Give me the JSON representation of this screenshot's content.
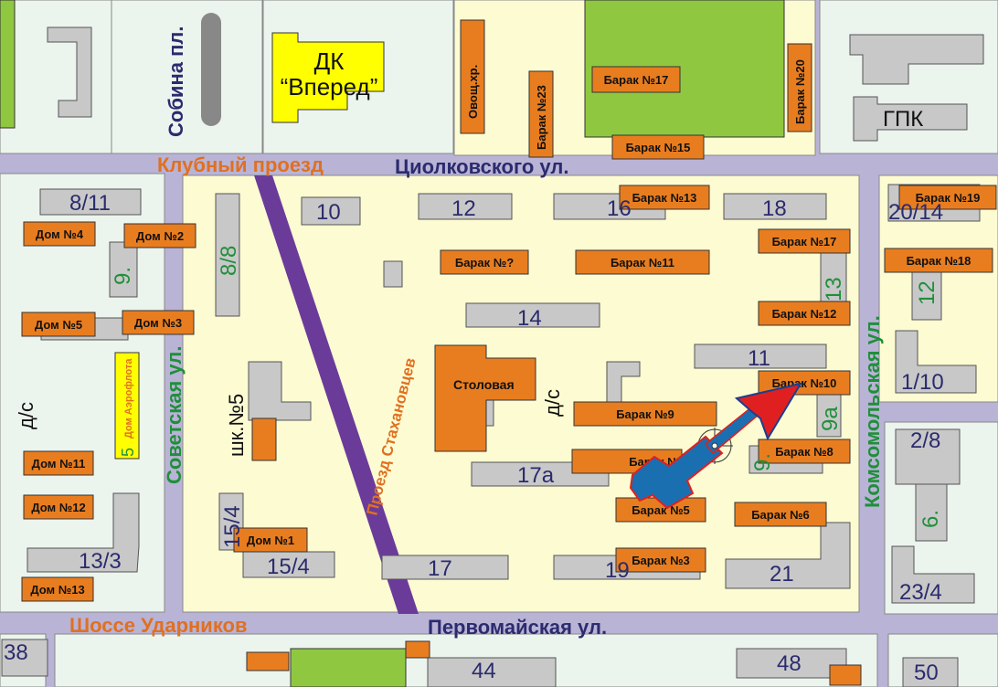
{
  "streets": {
    "klubny": "Клубный проезд",
    "tsiolkovskogo": "Циолковского ул.",
    "sobina": "Собина пл.",
    "sovetskaya": "Советская ул.",
    "komsomolskaya": "Комсомольская ул.",
    "stakhanovtsev": "Проезд Стахановцев",
    "udarnikov": "Шоссе Ударников",
    "pervomayskaya": "Первомайская ул."
  },
  "landmarks": {
    "dk_line1": "ДК",
    "dk_line2": "“Вперед”",
    "ovoshch": "Овощ.хр.",
    "gpk": "ГПК",
    "stolovaya": "Столовая",
    "shkola": "шк.№5",
    "ds_left": "д/с",
    "ds_center": "д/с",
    "aeroflot_num": "5",
    "aeroflot": "Дом Аэрофлота"
  },
  "gray_numbers": {
    "n8_11": "8/11",
    "n10": "10",
    "n12": "12",
    "n16": "16",
    "n18": "18",
    "n20_14": "20/14",
    "n14": "14",
    "n11": "11",
    "n1_10": "1/10",
    "n2_8": "2/8",
    "n17a": "17а",
    "n13_3": "13/3",
    "n15_4": "15/4",
    "n17": "17",
    "n19": "19",
    "n21": "21",
    "n23_4": "23/4",
    "n38": "38",
    "n44": "44",
    "n48": "48",
    "n50": "50"
  },
  "green_numbers": {
    "g9": "9.",
    "g8_8": "8/8",
    "g13": "13",
    "g12": "12",
    "g9a": "9а",
    "g9b": "9.",
    "g6": "6.",
    "g15_4": "15/4"
  },
  "orange_labels": {
    "barak17_top": "Барак №17",
    "barak20": "Барак №20",
    "barak23": "Барак №23",
    "barak15": "Барак №15",
    "barak13": "Барак №13",
    "barak19": "Барак №19",
    "barak17": "Барак №17",
    "barak18": "Барак №18",
    "barak_q": "Барак №?",
    "barak11": "Барак №11",
    "barak12": "Барак №12",
    "barak10": "Барак №10",
    "barak9": "Барак №9",
    "barak8": "Барак №8",
    "barak7": "Барак №7",
    "barak5": "Барак №5",
    "barak6": "Барак №6",
    "barak3": "Барак №3",
    "dom4": "Дом №4",
    "dom2": "Дом №2",
    "dom5": "Дом №5",
    "dom3": "Дом №3",
    "dom11": "Дом №11",
    "dom12": "Дом №12",
    "dom13": "Дом №13",
    "dom1": "Дом №1"
  },
  "colors": {
    "road": "#b9b3d6",
    "block_main": "#fdfbd2",
    "block_side": "#ecf4ee",
    "building": "#c8c8c8",
    "barak": "#e87d20",
    "park": "#8fc840",
    "dk": "#ffff00",
    "stakhanovtsev_road": "#6b3b9a",
    "arrow_red": "#e02020",
    "arrow_blue": "#1a6fb0"
  }
}
